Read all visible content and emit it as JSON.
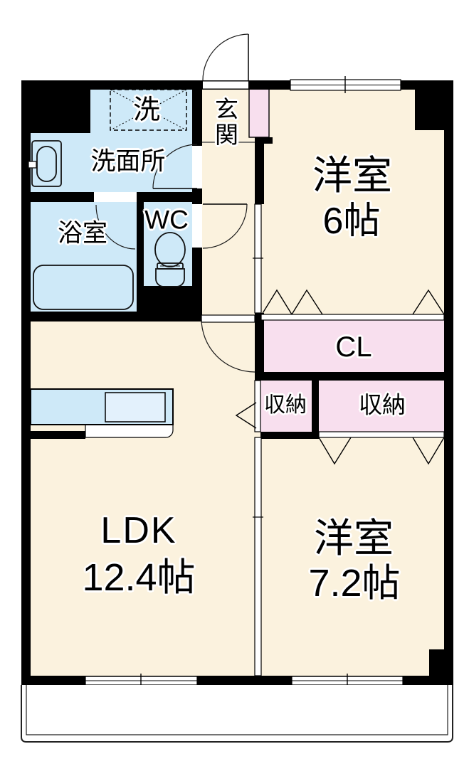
{
  "document": {
    "type": "apartment-floor-plan"
  },
  "colors": {
    "background": "#ffffff",
    "room": "#fbf2de",
    "water": "#cee9f8",
    "closet": "#f8dfee",
    "wall": "#000000",
    "sink": "#e3f1fc"
  },
  "labels": {
    "laundry": "洗",
    "washroom": "洗面所",
    "bathroom": "浴室",
    "wc": "WC",
    "entrance": "玄関",
    "bedroom1_name": "洋室",
    "bedroom1_size": "6帖",
    "closet": "CL",
    "storage_left": "収納",
    "storage_right": "収納",
    "ldk_name": "LDK",
    "ldk_size": "12.4帖",
    "bedroom2_name": "洋室",
    "bedroom2_size": "7.2帖"
  }
}
